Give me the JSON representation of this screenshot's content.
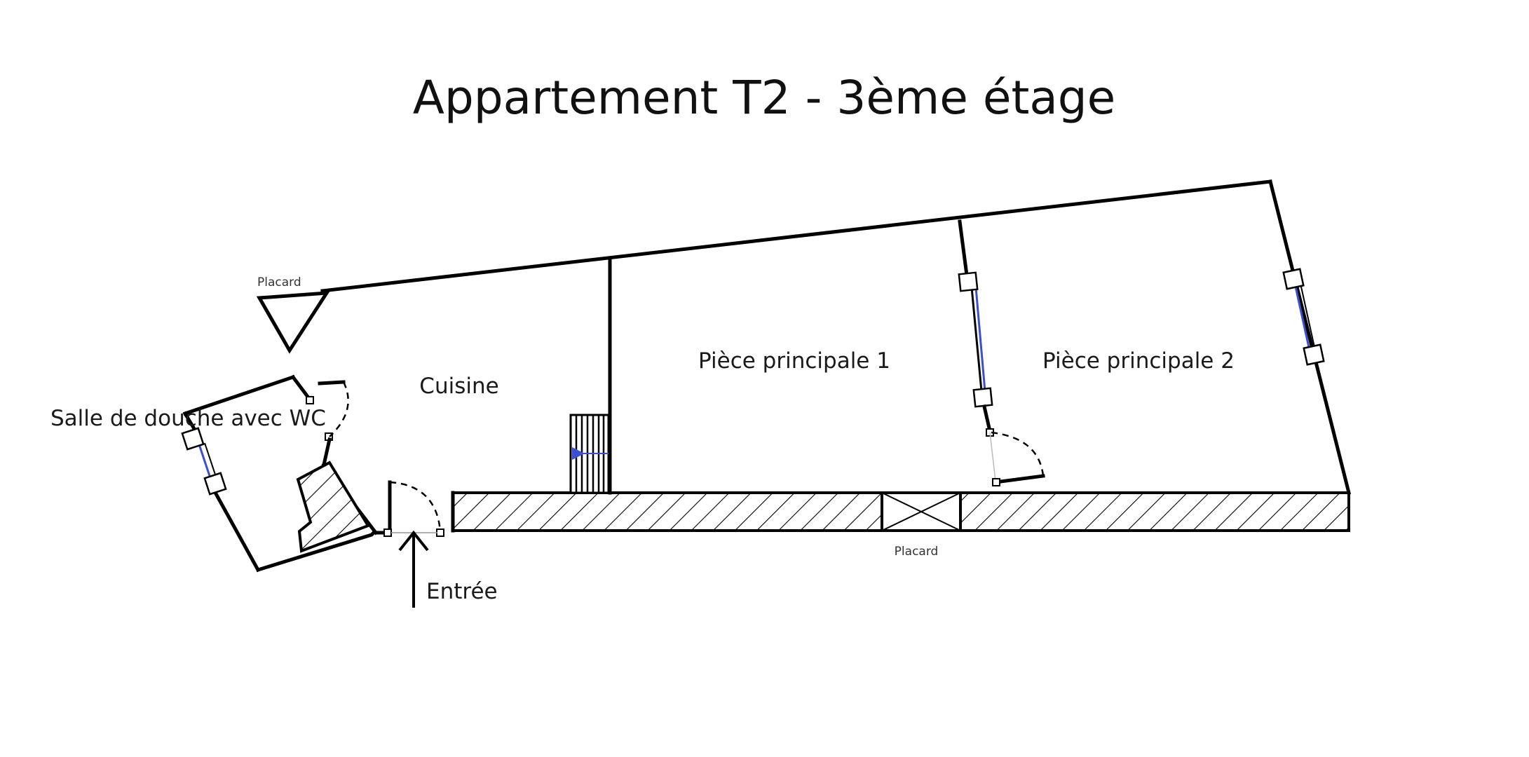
{
  "title": "Appartement T2 - 3ème étage",
  "rooms": {
    "salle_de_douche": "Salle de douche avec WC",
    "cuisine": "Cuisine",
    "piece_principale_1": "Pièce principale 1",
    "piece_principale_2": "Pièce principale 2"
  },
  "labels": {
    "placard_top": "Placard",
    "placard_bottom": "Placard",
    "entree": "Entrée"
  },
  "colors": {
    "wall": "#000000",
    "window_glass": "#3a4fd6",
    "background": "#ffffff"
  }
}
